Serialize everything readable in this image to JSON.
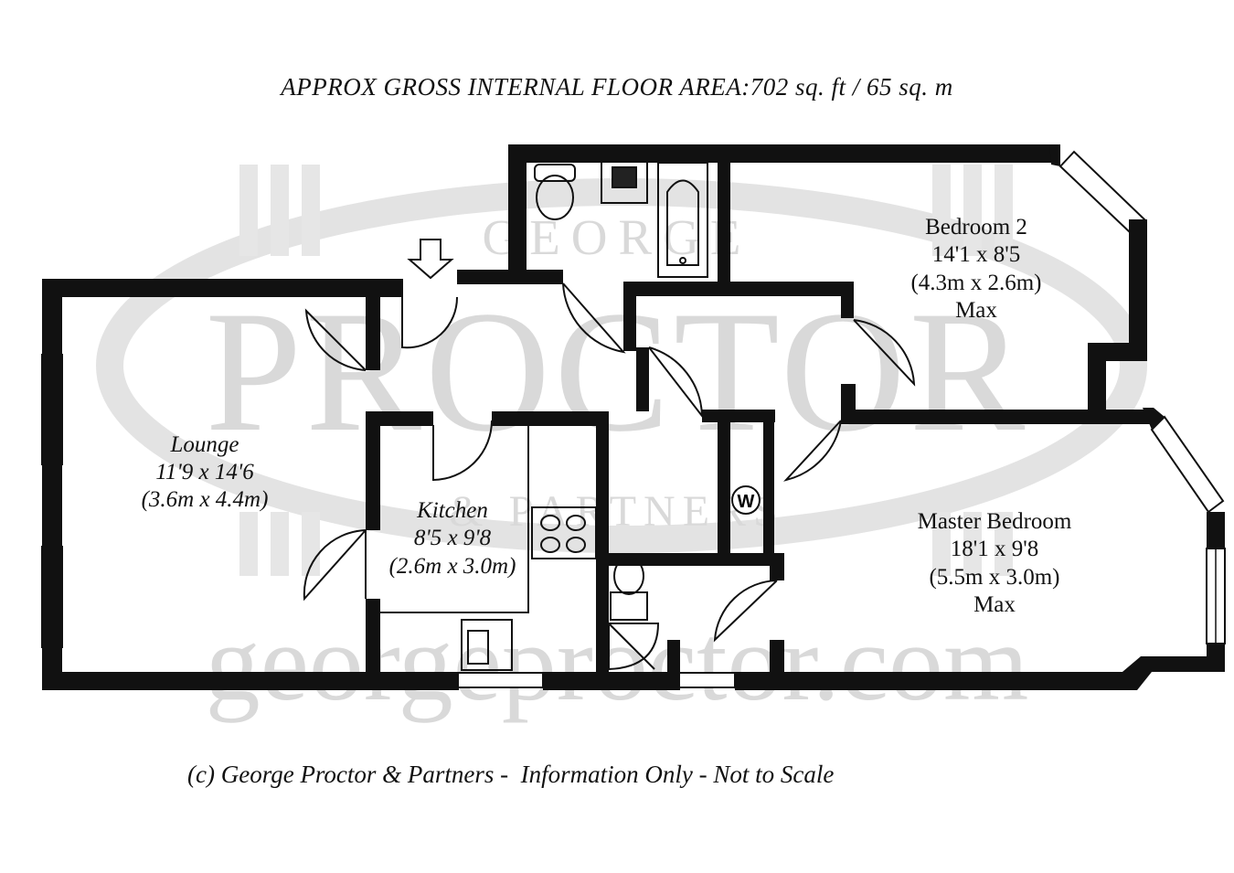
{
  "header": {
    "floor_area": "APPROX GROSS INTERNAL FLOOR AREA:702 sq. ft / 65 sq. m"
  },
  "watermark": {
    "brand_top": "GEORGE",
    "brand_main": "PROCTOR",
    "brand_sub": "& PARTNERS",
    "website": "georgeproctor.com"
  },
  "rooms": {
    "lounge": {
      "name": "Lounge",
      "dims_imperial": "11'9 x 14'6",
      "dims_metric": "(3.6m x 4.4m)"
    },
    "kitchen": {
      "name": "Kitchen",
      "dims_imperial": "8'5 x 9'8",
      "dims_metric": "(2.6m x 3.0m)"
    },
    "bedroom2": {
      "name": "Bedroom 2",
      "dims_imperial": "14'1 x 8'5",
      "dims_metric": "(4.3m x 2.6m)",
      "note": "Max"
    },
    "master": {
      "name": "Master Bedroom",
      "dims_imperial": "18'1 x 9'8",
      "dims_metric": "(5.5m x 3.0m)",
      "note": "Max"
    }
  },
  "fixtures": {
    "washer_symbol": "W"
  },
  "footer": {
    "copyright": "(c) George Proctor & Partners -  Information Only - Not to Scale"
  }
}
